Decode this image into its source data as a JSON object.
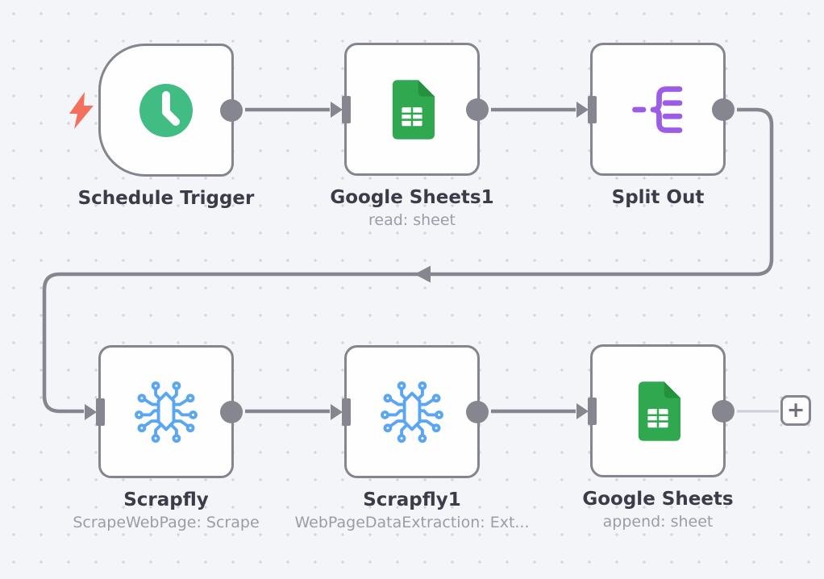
{
  "nodes": [
    {
      "title": "Schedule Trigger",
      "subtitle": "",
      "icon": "clock-icon",
      "kind": "trigger"
    },
    {
      "title": "Google Sheets1",
      "subtitle": "read: sheet",
      "icon": "google-sheets-icon",
      "kind": "action"
    },
    {
      "title": "Split Out",
      "subtitle": "",
      "icon": "split-out-icon",
      "kind": "action"
    },
    {
      "title": "Scrapfly",
      "subtitle": "ScrapeWebPage: Scrape",
      "icon": "scrapfly-icon",
      "kind": "action"
    },
    {
      "title": "Scrapfly1",
      "subtitle": "WebPageDataExtraction: Ext...",
      "icon": "scrapfly-icon",
      "kind": "action"
    },
    {
      "title": "Google Sheets",
      "subtitle": "append: sheet",
      "icon": "google-sheets-icon",
      "kind": "action"
    }
  ],
  "add_button": {
    "label": "+"
  },
  "colors": {
    "canvas_bg": "#f4f5f9",
    "grid_dot": "#d2d4e0",
    "node_border": "#84858e",
    "connector_gray": "#85868f",
    "title_text": "#3a3c49",
    "subtitle_text": "#9a9da9",
    "trigger_bolt": "#f4705c",
    "clock_green": "#41bd84",
    "sheets_green": "#2fa84f",
    "sheets_fold": "#24913f",
    "split_purple": "#9d5ce5",
    "scrapfly_blue": "#5aa6f2"
  }
}
